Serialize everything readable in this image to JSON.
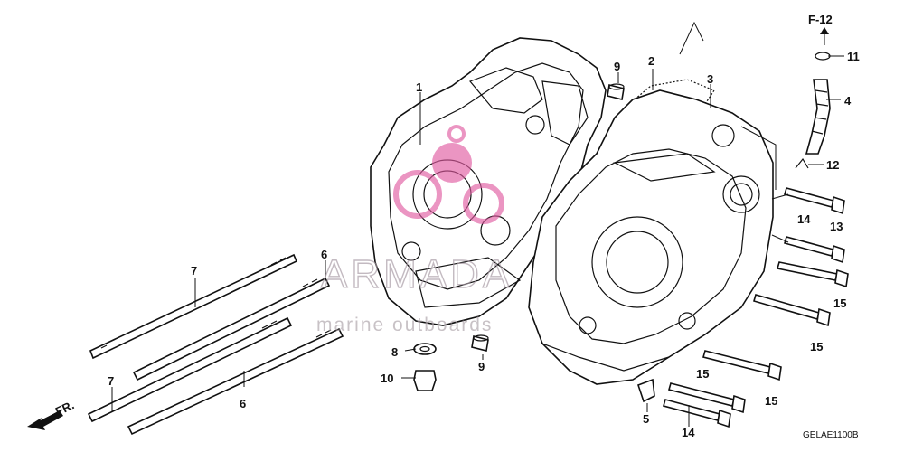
{
  "diagram": {
    "code": "GELAE1100B",
    "front_arrow": "FR.",
    "ref_label": "F-12",
    "callouts": [
      {
        "id": "c1",
        "text": "1"
      },
      {
        "id": "c2",
        "text": "2"
      },
      {
        "id": "c3",
        "text": "3"
      },
      {
        "id": "c4",
        "text": "4"
      },
      {
        "id": "c5",
        "text": "5"
      },
      {
        "id": "c6a",
        "text": "6"
      },
      {
        "id": "c6b",
        "text": "6"
      },
      {
        "id": "c7a",
        "text": "7"
      },
      {
        "id": "c7b",
        "text": "7"
      },
      {
        "id": "c8",
        "text": "8"
      },
      {
        "id": "c9a",
        "text": "9"
      },
      {
        "id": "c9b",
        "text": "9"
      },
      {
        "id": "c10",
        "text": "10"
      },
      {
        "id": "c11",
        "text": "11"
      },
      {
        "id": "c12",
        "text": "12"
      },
      {
        "id": "c13",
        "text": "13"
      },
      {
        "id": "c14a",
        "text": "14"
      },
      {
        "id": "c14b",
        "text": "14"
      },
      {
        "id": "c15a",
        "text": "15"
      },
      {
        "id": "c15b",
        "text": "15"
      },
      {
        "id": "c15c",
        "text": "15"
      },
      {
        "id": "c15d",
        "text": "15"
      }
    ]
  },
  "watermark": {
    "brand": "ARMADA",
    "tagline": "marine outboards",
    "logo_color": "#e05aa0"
  }
}
